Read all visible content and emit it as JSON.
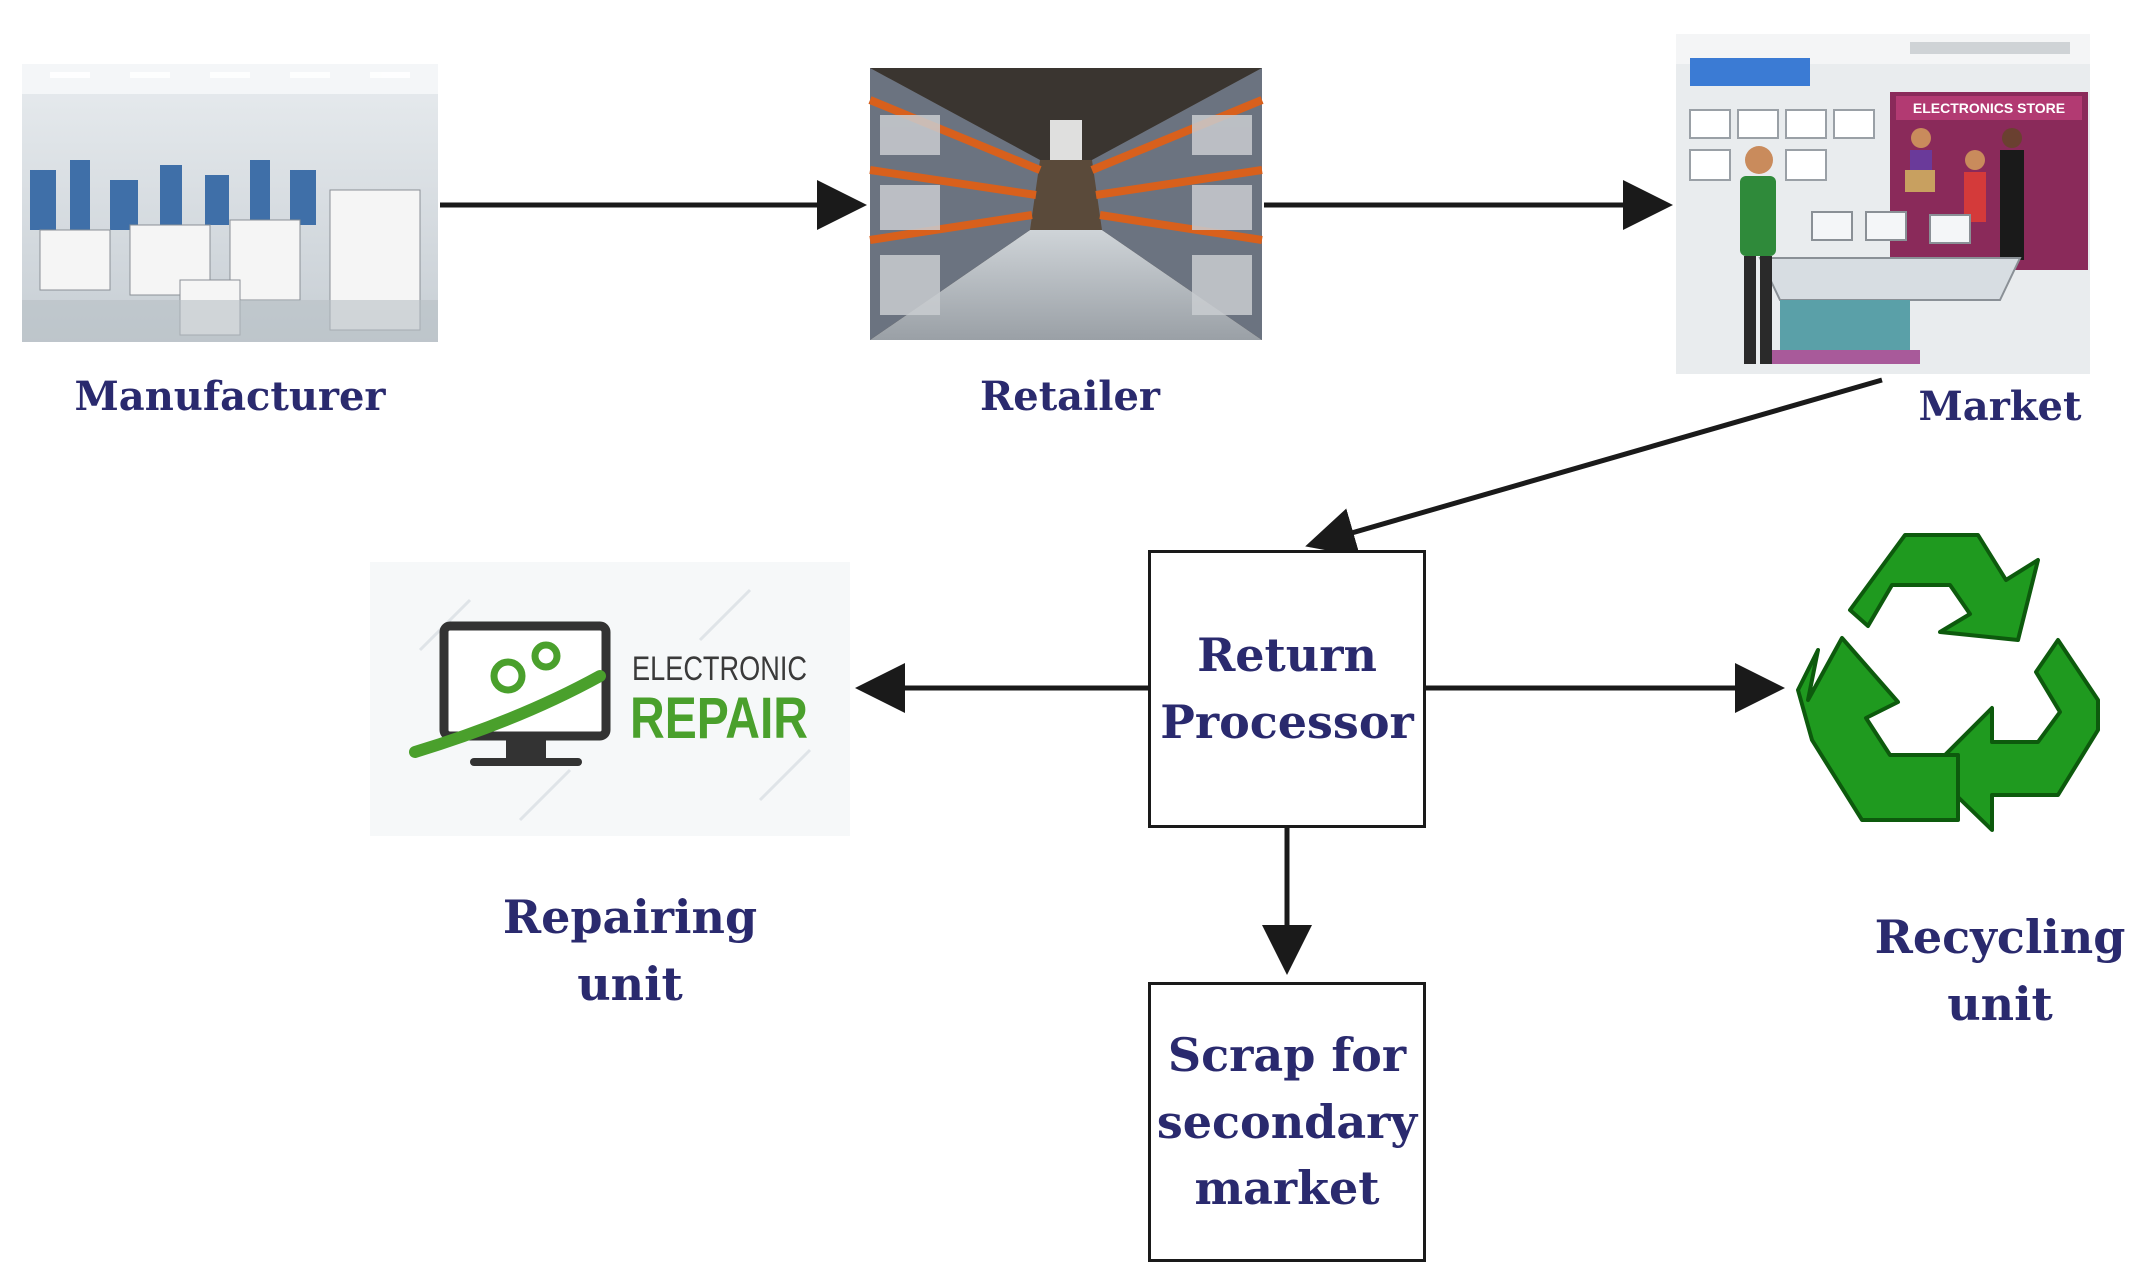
{
  "nodes": {
    "manufacturer": {
      "label": "Manufacturer"
    },
    "retailer": {
      "label": "Retailer"
    },
    "market": {
      "label": "Market",
      "store_sign": "ELECTRONICS STORE"
    },
    "return_processor": {
      "lines": [
        "Return",
        "Processor"
      ]
    },
    "scrap": {
      "lines": [
        "Scrap for",
        "secondary",
        "market"
      ]
    },
    "repairing_unit": {
      "lines": [
        "Repairing",
        "unit"
      ],
      "logo_text": [
        "ELECTRONIC",
        "REPAIR"
      ]
    },
    "recycling_unit": {
      "lines": [
        "Recycling",
        "unit"
      ]
    }
  },
  "edges": [
    {
      "from": "manufacturer",
      "to": "retailer"
    },
    {
      "from": "retailer",
      "to": "market"
    },
    {
      "from": "market",
      "to": "return_processor"
    },
    {
      "from": "return_processor",
      "to": "repairing_unit"
    },
    {
      "from": "return_processor",
      "to": "recycling_unit"
    },
    {
      "from": "return_processor",
      "to": "scrap"
    }
  ],
  "colors": {
    "label_text": "#2a2a6e",
    "arrow": "#1a1a1a",
    "recycle_green": "#1f9a1f",
    "repair_green": "#4aa02c"
  }
}
